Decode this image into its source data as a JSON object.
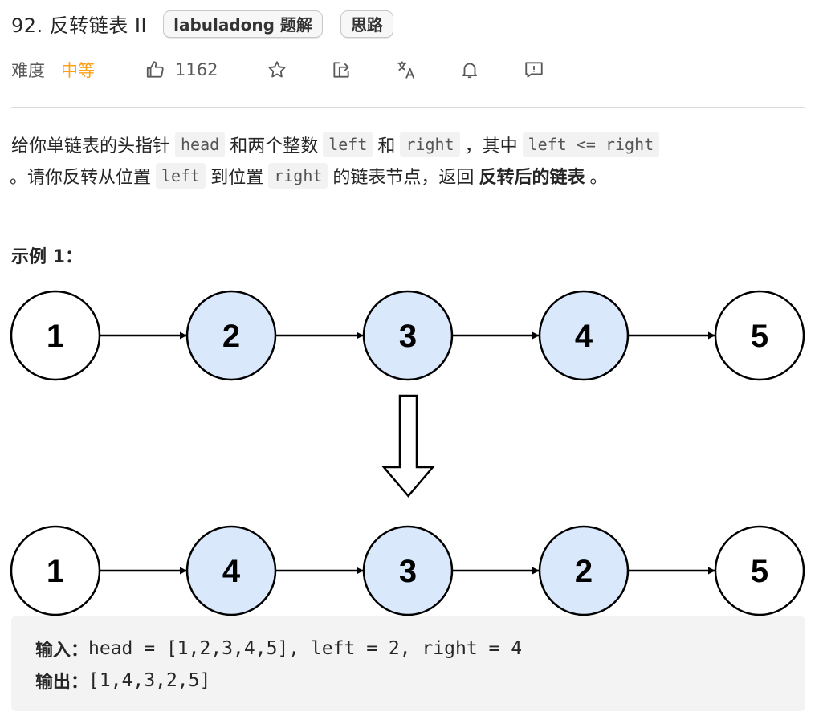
{
  "problem": {
    "title": "92. 反转链表 II",
    "tags": [
      "labuladong 题解",
      "思路"
    ]
  },
  "meta": {
    "difficulty_label": "难度",
    "difficulty_value": "中等",
    "like_count": "1162",
    "icons": [
      "thumbs-up-icon",
      "star-icon",
      "share-icon",
      "translate-icon",
      "bell-icon",
      "feedback-icon"
    ],
    "colors": {
      "difficulty": "#ffa116",
      "node_highlight": "#dae8fc"
    }
  },
  "description": {
    "line1": [
      {
        "t": "text",
        "v": "给你单链表的头指针"
      },
      {
        "t": "code",
        "v": "head"
      },
      {
        "t": "text",
        "v": "和两个整数"
      },
      {
        "t": "code",
        "v": "left"
      },
      {
        "t": "text",
        "v": "和"
      },
      {
        "t": "code",
        "v": "right"
      },
      {
        "t": "text",
        "v": "，其中"
      },
      {
        "t": "code",
        "v": "left <= right"
      }
    ],
    "line2": [
      {
        "t": "text",
        "v": "。请你反转从位置"
      },
      {
        "t": "code",
        "v": "left"
      },
      {
        "t": "text",
        "v": "到位置"
      },
      {
        "t": "code",
        "v": "right"
      },
      {
        "t": "text",
        "v": "的链表节点，返回"
      },
      {
        "t": "bold",
        "v": "反转后的链表"
      },
      {
        "t": "text",
        "v": "。"
      }
    ]
  },
  "example": {
    "title": "示例 1：",
    "before": [
      {
        "value": "1",
        "highlight": false
      },
      {
        "value": "2",
        "highlight": true
      },
      {
        "value": "3",
        "highlight": true
      },
      {
        "value": "4",
        "highlight": true
      },
      {
        "value": "5",
        "highlight": false
      }
    ],
    "after": [
      {
        "value": "1",
        "highlight": false
      },
      {
        "value": "4",
        "highlight": true
      },
      {
        "value": "3",
        "highlight": true
      },
      {
        "value": "2",
        "highlight": true
      },
      {
        "value": "5",
        "highlight": false
      }
    ],
    "input_label": "输入：",
    "input_value": "head = [1,2,3,4,5], left = 2, right = 4",
    "output_label": "输出：",
    "output_value": "[1,4,3,2,5]"
  }
}
